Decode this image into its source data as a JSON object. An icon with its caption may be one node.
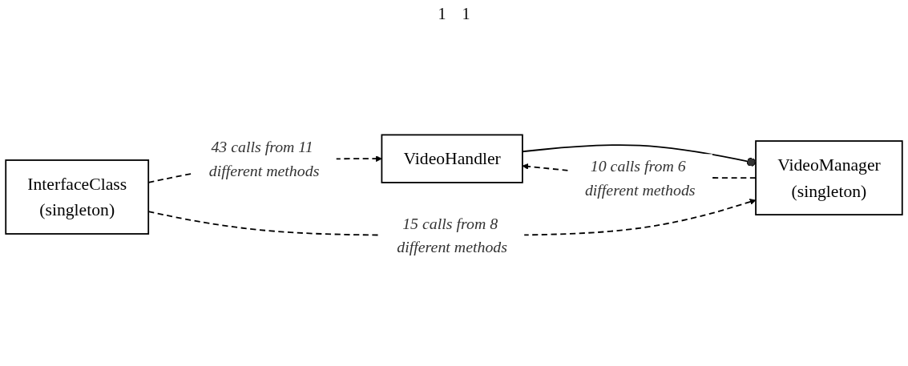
{
  "diagram": {
    "nodes": [
      {
        "text": [
          "VideoHandler"
        ]
      },
      {
        "text": [
          "VideoManager",
          "(singleton)"
        ]
      },
      {
        "text": [
          "InterfaceClass",
          "(singleton)"
        ]
      }
    ],
    "edges": [
      {
        "from": 0,
        "to": 1,
        "arrow": "other"
      },
      {
        "from": 2,
        "to": 0,
        "arrow": "to",
        "style": "dashed",
        "label": "43 calls from 11 different methods"
      },
      {
        "from": 1,
        "to": 0,
        "arrow": "to",
        "style": "dashed",
        "label": "10 calls from 6 different methods"
      },
      {
        "from": 2,
        "to": 1,
        "arrow": "to",
        "style": "dashed",
        "label": "15 calls from 8 different methods"
      }
    ],
    "labels": [
      "1",
      "1"
    ]
  }
}
